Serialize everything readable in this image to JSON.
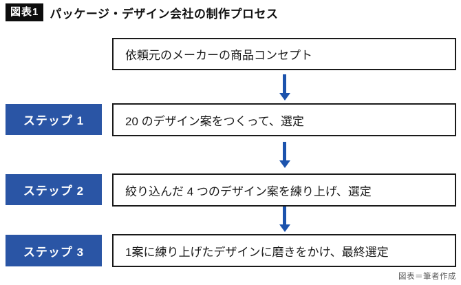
{
  "header": {
    "badge": "図表1",
    "title": "パッケージ・デザイン会社の制作プロセス"
  },
  "flow": {
    "concept": "依頼元のメーカーの商品コンセプト",
    "steps": [
      {
        "label": "ステップ 1",
        "text": "20 のデザイン案をつくって、選定"
      },
      {
        "label": "ステップ 2",
        "text": "絞り込んだ 4 つのデザイン案を練り上げ、選定"
      },
      {
        "label": "ステップ 3",
        "text": "1案に練り上げたデザインに磨きをかけ、最終選定"
      }
    ],
    "arrow_icon": "down-arrow"
  },
  "footer": {
    "credit": "図表＝筆者作成"
  },
  "colors": {
    "accent_blue": "#2A55A5",
    "arrow_blue": "#1C53AD",
    "border_dark": "#1A1A1A",
    "credit_gray": "#595959",
    "badge_black": "#0D0D0D"
  }
}
